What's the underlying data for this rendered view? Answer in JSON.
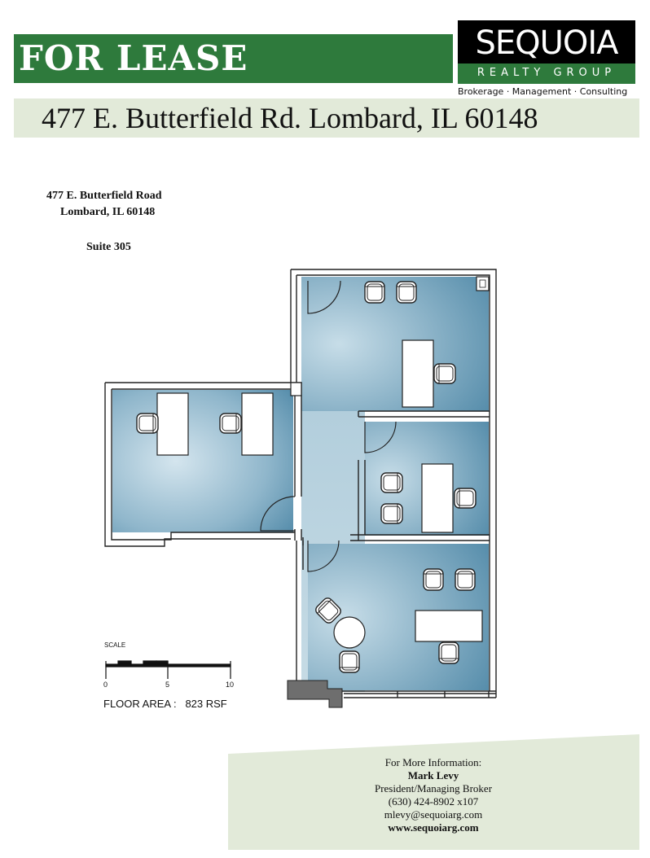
{
  "header": {
    "banner": "FOR LEASE",
    "address": "477 E. Butterfield Rd. Lombard, IL 60148"
  },
  "logo": {
    "name": "SEQUOIA",
    "sub": "REALTY GROUP",
    "tagline": "Brokerage · Management · Consulting"
  },
  "property": {
    "address_line1": "477 E. Butterfield Road",
    "address_line2": "Lombard, IL 60148",
    "suite": "Suite 305"
  },
  "scale": {
    "label": "SCALE",
    "ticks": [
      "0",
      "5",
      "10"
    ]
  },
  "floor_area": {
    "label": "FLOOR AREA :",
    "value": "823 RSF"
  },
  "contact": {
    "heading": "For More Information:",
    "name": "Mark Levy",
    "title": "President/Managing Broker",
    "phone": "(630) 424-8902 x107",
    "email": "mlevy@sequoiarg.com",
    "website": "www.sequoiarg.com"
  },
  "colors": {
    "banner_green": "#2e7a3c",
    "address_band": "#e2ead9",
    "office_blue": "#5f95b3",
    "corridor_blue": "#b4cfdc"
  }
}
